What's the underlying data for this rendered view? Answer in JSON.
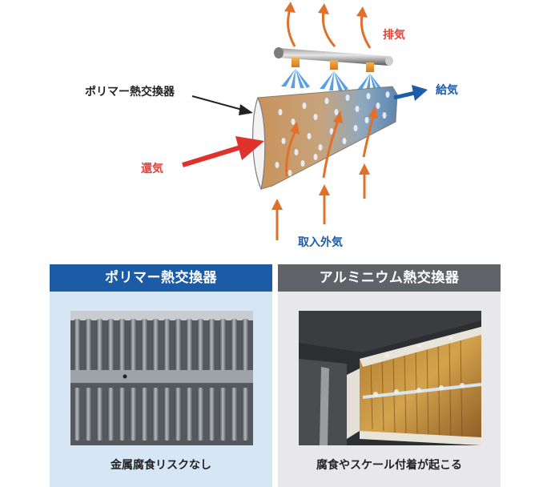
{
  "diagram": {
    "label_polymer": "ポリマー熱交換器",
    "label_exhaust": "排気",
    "label_supply": "給気",
    "label_return": "還気",
    "label_intake": "取入外気"
  },
  "panels": [
    {
      "title": "ポリマー熱交換器",
      "caption": "金属腐食リスクなし"
    },
    {
      "title": "アルミニウム熱交換器",
      "caption": "腐食やスケール付着が起こる"
    }
  ],
  "colors": {
    "arrow_orange": "#e0702a",
    "arrow_red": "#e0312a",
    "arrow_blue": "#1c5da8",
    "panel_left_header": "#1c5ba6",
    "panel_right_header": "#5f6266"
  }
}
